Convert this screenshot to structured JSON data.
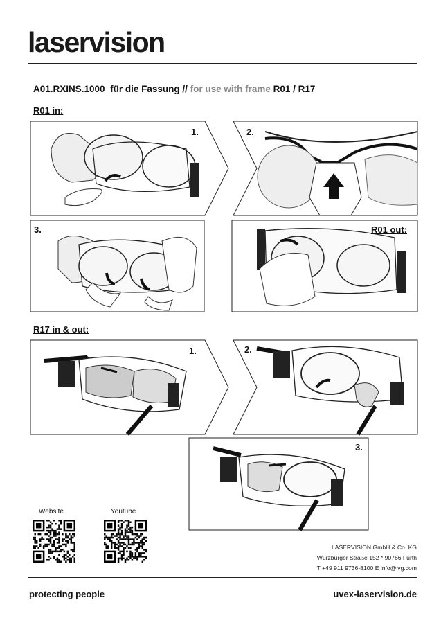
{
  "brand": {
    "logo_text": "laservision"
  },
  "heading": {
    "code": "A01.RXINS.1000",
    "de": "für die Fassung //",
    "en": "for use with frame",
    "frames": "R01 / R17"
  },
  "sections": {
    "r01_in": "R01 in:",
    "r01_out": "R01 out:",
    "r17": "R17 in & out:"
  },
  "steps": {
    "s1": "1.",
    "s2": "2.",
    "s3": "3."
  },
  "qr": {
    "website_label": "Website",
    "youtube_label": "Youtube"
  },
  "address": {
    "company": "LASERVISION GmbH & Co. KG",
    "street": "Würzburger Straße 152 * 90766 Fürth",
    "contact": "T +49 911 9736-8100 E info@lvg.com"
  },
  "footer": {
    "tagline": "protecting people",
    "url": "uvex-laservision.de"
  },
  "icons": [
    "arrow-curved-icon",
    "arrow-up-icon",
    "qr-code-icon",
    "goggles-illustration"
  ]
}
